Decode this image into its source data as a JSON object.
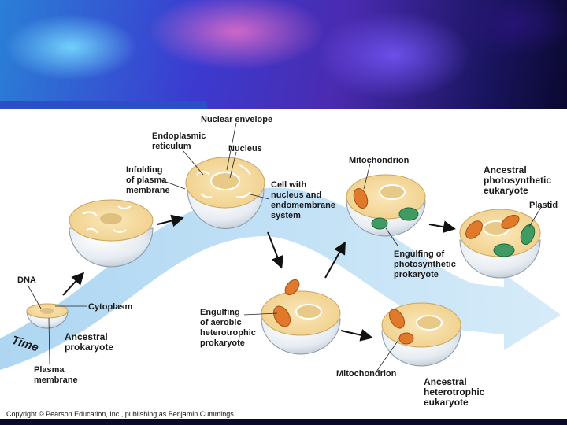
{
  "labels": {
    "nuclear_envelope": "Nuclear envelope",
    "er_line1": "Endoplasmic",
    "er_line2": "reticulum",
    "nucleus": "Nucleus",
    "infold_line1": "Infolding",
    "infold_line2": "of plasma",
    "infold_line3": "membrane",
    "cellwith_line1": "Cell with",
    "cellwith_line2": "nucleus and",
    "cellwith_line3": "endomembrane",
    "cellwith_line4": "system",
    "mito_top": "Mitochondrion",
    "aps_line1": "Ancestral",
    "aps_line2": "photosynthetic",
    "aps_line3": "eukaryote",
    "plastid": "Plastid",
    "dna": "DNA",
    "cytoplasm": "Cytoplasm",
    "anc_prok_line1": "Ancestral",
    "anc_prok_line2": "prokaryote",
    "plasma_line1": "Plasma",
    "plasma_line2": "membrane",
    "time": "Time",
    "engulf_aer_line1": "Engulfing",
    "engulf_aer_line2": "of aerobic",
    "engulf_aer_line3": "heterotrophic",
    "engulf_aer_line4": "prokaryote",
    "engulf_photo_line1": "Engulfing of",
    "engulf_photo_line2": "photosynthetic",
    "engulf_photo_line3": "prokaryote",
    "mito_bottom": "Mitochondrion",
    "ahe_line1": "Ancestral",
    "ahe_line2": "heterotrophic",
    "ahe_line3": "eukaryote"
  },
  "copyright": "Copyright © Pearson Education, Inc., publishing as Benjamin Cummings.",
  "colors": {
    "cell_top": "#f5dca0",
    "cell_body": "#e9eef3",
    "mitochondrion": "#e07a2a",
    "plastid": "#3f9b62",
    "time_arrow": "#bfe0f5"
  }
}
